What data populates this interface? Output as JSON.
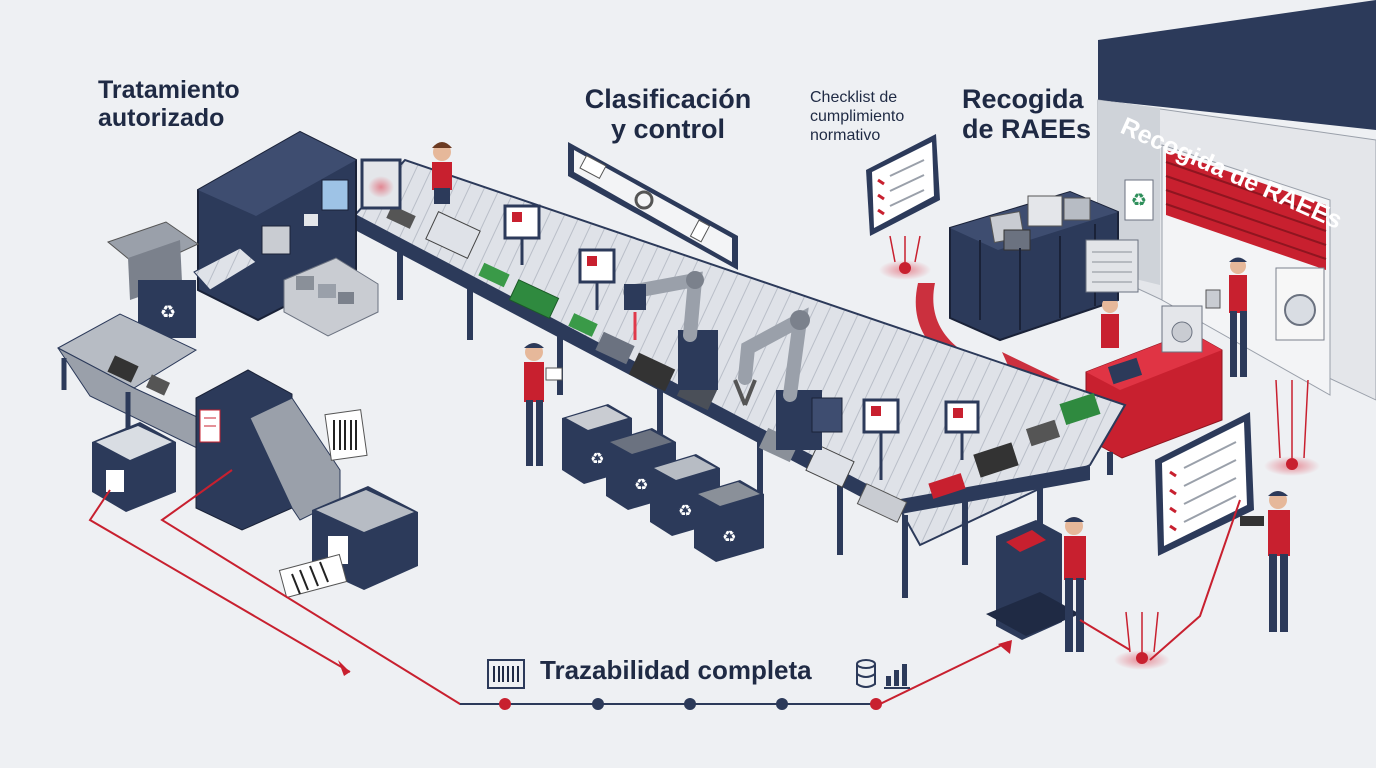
{
  "stages": {
    "treatment": {
      "line1": "Tratamiento",
      "line2": "autorizado"
    },
    "classification": {
      "line1": "Clasificación",
      "line2": "y control"
    },
    "checklist": {
      "line1": "Checklist de",
      "line2": "cumplimiento",
      "line3": "normativo"
    },
    "collection": {
      "line1": "Recogida",
      "line2": "de RAEEs"
    }
  },
  "building": {
    "sign": "Recogida de RAEEs"
  },
  "traceability": {
    "label": "Trazabilidad completa",
    "icons": [
      "barcode-icon",
      "database-icon",
      "bar-chart-icon"
    ],
    "nodes": [
      "red",
      "navy",
      "navy",
      "navy",
      "red"
    ]
  },
  "colors": {
    "navy": "#2c3a5a",
    "navy_dark": "#1f2a44",
    "red": "#c8202f",
    "conveyor": "#d7dbe2",
    "background": "#eef0f3",
    "steel": "#9aa0aa"
  }
}
